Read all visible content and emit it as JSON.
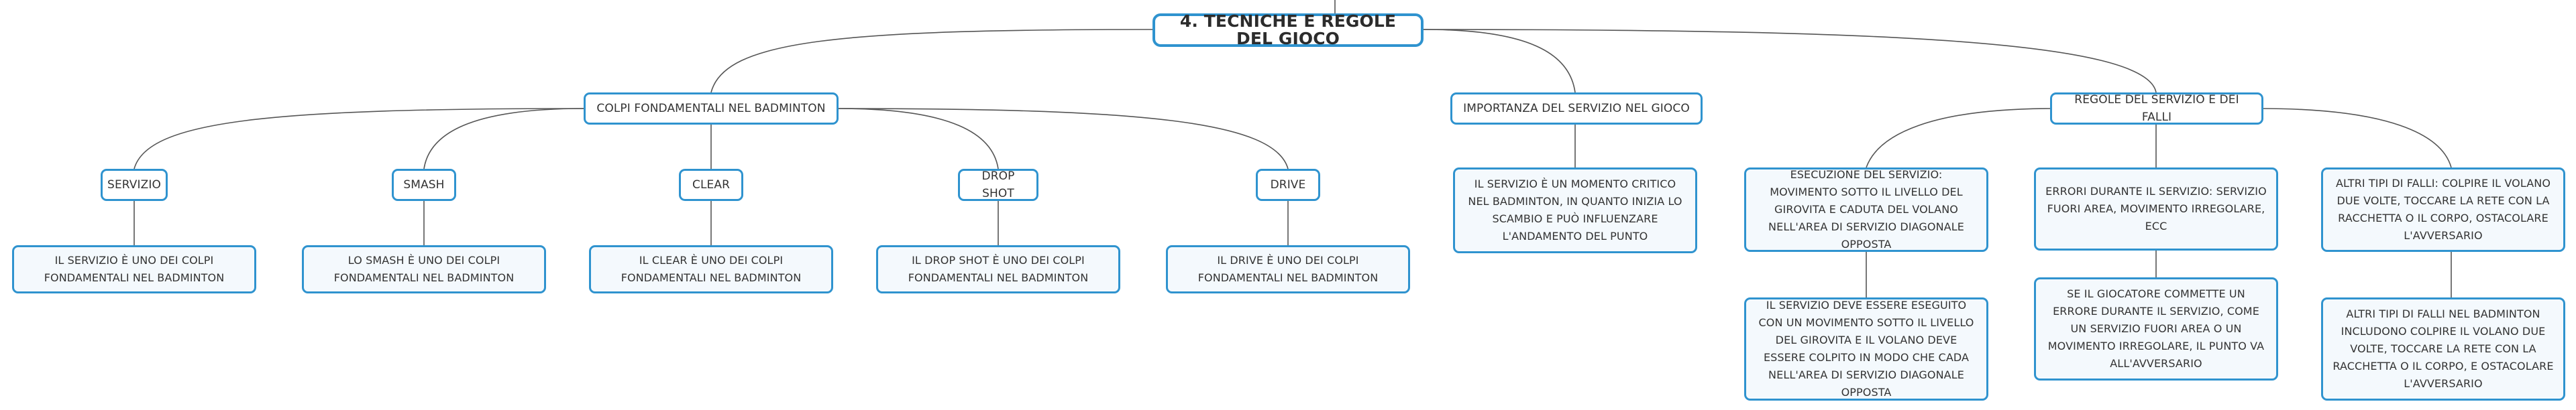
{
  "mindmap": {
    "root": {
      "label": "4. TECNICHE E REGOLE DEL GIOCO"
    },
    "branches": {
      "colpi": {
        "label": "COLPI FONDAMENTALI NEL BADMINTON",
        "children": [
          {
            "label": "SERVIZIO",
            "detail": "IL SERVIZIO È UNO DEI COLPI FONDAMENTALI NEL BADMINTON"
          },
          {
            "label": "SMASH",
            "detail": "LO SMASH È UNO DEI COLPI FONDAMENTALI NEL BADMINTON"
          },
          {
            "label": "CLEAR",
            "detail": "IL CLEAR È UNO DEI COLPI FONDAMENTALI NEL BADMINTON"
          },
          {
            "label": "DROP SHOT",
            "detail": "IL DROP SHOT È UNO DEI COLPI FONDAMENTALI NEL BADMINTON"
          },
          {
            "label": "DRIVE",
            "detail": "IL DRIVE È UNO DEI COLPI FONDAMENTALI NEL BADMINTON"
          }
        ]
      },
      "importanza": {
        "label": "IMPORTANZA DEL SERVIZIO NEL GIOCO",
        "detail": "IL SERVIZIO È UN MOMENTO CRITICO NEL BADMINTON, IN QUANTO INIZIA LO SCAMBIO E PUÒ INFLUENZARE L'ANDAMENTO DEL PUNTO"
      },
      "regole": {
        "label": "REGOLE DEL SERVIZIO E DEI FALLI",
        "children": [
          {
            "label": "ESECUZIONE DEL SERVIZIO: MOVIMENTO SOTTO IL LIVELLO DEL GIROVITA E CADUTA DEL VOLANO NELL'AREA DI SERVIZIO DIAGONALE OPPOSTA",
            "detail": "IL SERVIZIO DEVE ESSERE ESEGUITO CON UN MOVIMENTO SOTTO IL LIVELLO DEL GIROVITA E IL VOLANO DEVE ESSERE COLPITO IN MODO CHE CADA NELL'AREA DI SERVIZIO DIAGONALE OPPOSTA"
          },
          {
            "label": "ERRORI DURANTE IL SERVIZIO: SERVIZIO FUORI AREA, MOVIMENTO IRREGOLARE, ECC",
            "detail": "SE IL GIOCATORE COMMETTE UN ERRORE DURANTE IL SERVIZIO, COME UN SERVIZIO FUORI AREA O UN MOVIMENTO IRREGOLARE, IL PUNTO VA ALL'AVVERSARIO"
          },
          {
            "label": "ALTRI TIPI DI FALLI: COLPIRE IL VOLANO DUE VOLTE, TOCCARE LA RETE CON LA RACCHETTA O IL CORPO, OSTACOLARE L'AVVERSARIO",
            "detail": "ALTRI TIPI DI FALLI NEL BADMINTON INCLUDONO COLPIRE IL VOLANO DUE VOLTE, TOCCARE LA RETE CON LA RACCHETTA O IL CORPO, E OSTACOLARE L'AVVERSARIO"
          }
        ]
      }
    },
    "colors": {
      "border": "#2f93cf",
      "connector": "#555555",
      "box_fill": "#f4f9fd"
    }
  }
}
